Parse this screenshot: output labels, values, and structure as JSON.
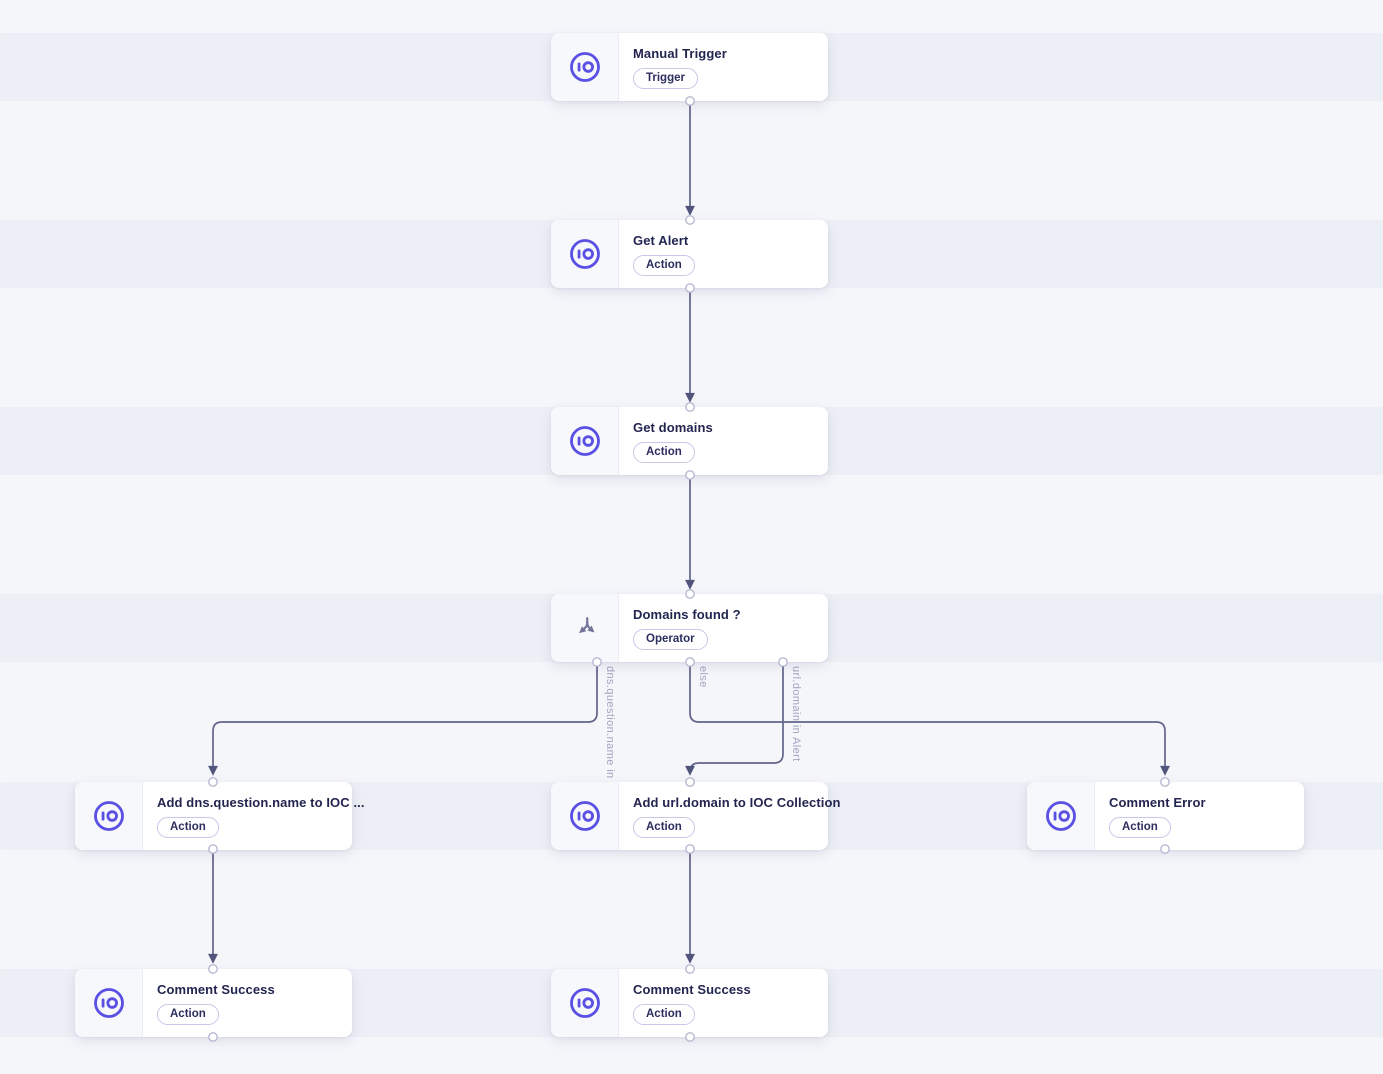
{
  "app": {
    "view": "Playbook workflow canvas"
  },
  "colors": {
    "background": "#f5f6fa",
    "accent": "#5a50e3",
    "edge": "#60648a",
    "edge_label": "#a2a4c2",
    "title": "#222550",
    "badge_border": "#c7c8e8"
  },
  "nodes": [
    {
      "id": "manual-trigger",
      "title": "Manual Trigger",
      "badge": "Trigger",
      "icon": "sekoia-io-logo-icon"
    },
    {
      "id": "get-alert",
      "title": "Get Alert",
      "badge": "Action",
      "icon": "sekoia-io-logo-icon"
    },
    {
      "id": "get-domains",
      "title": "Get domains",
      "badge": "Action",
      "icon": "sekoia-io-logo-icon"
    },
    {
      "id": "domains-found",
      "title": "Domains found ?",
      "badge": "Operator",
      "icon": "branch-split-icon"
    },
    {
      "id": "add-dns-to-ioc",
      "title": "Add dns.question.name to IOC ...",
      "badge": "Action",
      "icon": "sekoia-io-logo-icon"
    },
    {
      "id": "add-url-to-ioc",
      "title": "Add url.domain to IOC Collection",
      "badge": "Action",
      "icon": "sekoia-io-logo-icon"
    },
    {
      "id": "comment-error",
      "title": "Comment Error",
      "badge": "Action",
      "icon": "sekoia-io-logo-icon"
    },
    {
      "id": "comment-success-1",
      "title": "Comment Success",
      "badge": "Action",
      "icon": "sekoia-io-logo-icon"
    },
    {
      "id": "comment-success-2",
      "title": "Comment Success",
      "badge": "Action",
      "icon": "sekoia-io-logo-icon"
    }
  ],
  "edge_labels": [
    {
      "id": "dns-branch",
      "text": "dns.question.name in Alert"
    },
    {
      "id": "else-branch",
      "text": "else"
    },
    {
      "id": "url-branch",
      "text": "url.domain in Alert"
    }
  ]
}
